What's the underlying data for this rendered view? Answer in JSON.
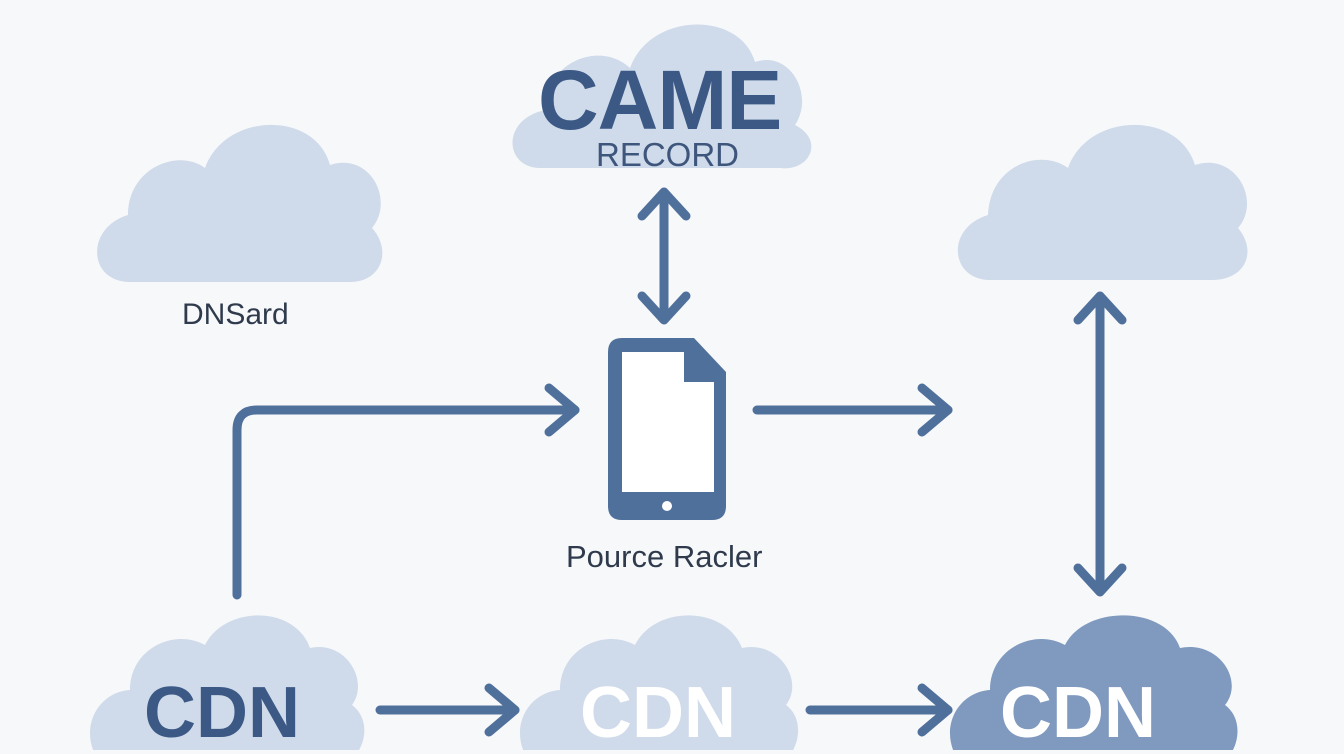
{
  "colors": {
    "background": "#f7f8fa",
    "cloud_light": "#cfdbea",
    "cloud_dark": "#7f99bf",
    "arrow": "#50709c",
    "title_text": "#3c5885",
    "label_text": "#2f3b4d"
  },
  "cname_cloud": {
    "title": "CAME",
    "subtitle": "RECORD"
  },
  "dns_cloud": {
    "label": "DNSard"
  },
  "source_device": {
    "label": "Pource Racler",
    "icon": "mobile-document-icon"
  },
  "cdn_nodes": [
    {
      "label": "CDN",
      "style": "light"
    },
    {
      "label": "CDN",
      "style": "light"
    },
    {
      "label": "CDN",
      "style": "dark"
    }
  ]
}
